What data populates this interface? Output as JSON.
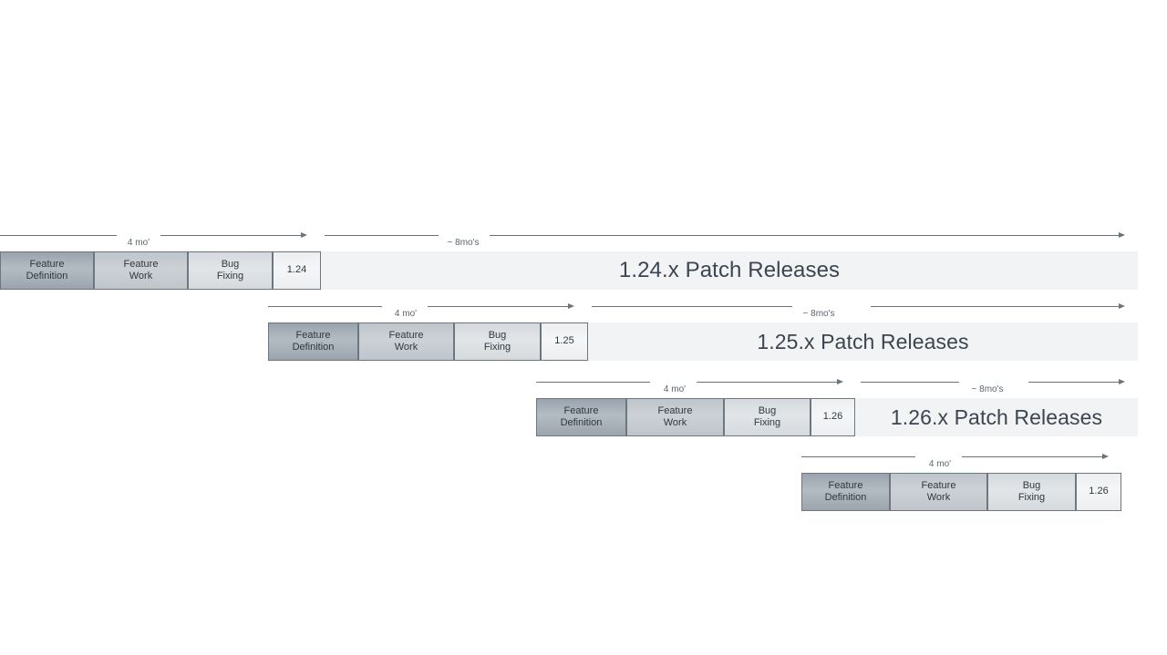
{
  "diagram": {
    "title": "Kubernetes style release train timeline",
    "colors": {
      "phase_dark": "#9aa3ac",
      "phase_mid": "#c6cdd2",
      "phase_light": "#dde1e4",
      "phase_version": "#f1f2f4",
      "band": "#f2f3f5",
      "line": "#6a727c",
      "text": "#3c4550"
    },
    "phase_labels": {
      "feature_definition": "Feature\nDefinition",
      "feature_work": "Feature\nWork",
      "bug_fixing": "Bug\nFixing"
    },
    "arrow_labels": {
      "dev": "4 mo'",
      "patch": "~ 8mo's"
    },
    "rows": [
      {
        "id": "release-1-24",
        "version": "1.24",
        "patch_label": "1.24.x Patch Releases",
        "phases": [
          {
            "name": "feature-definition",
            "label": "Feature\nDefinition"
          },
          {
            "name": "feature-work",
            "label": "Feature\nWork"
          },
          {
            "name": "bug-fixing",
            "label": "Bug\nFixing"
          }
        ],
        "dev_arrow_label": "4 mo'",
        "patch_arrow_label": "~ 8mo's"
      },
      {
        "id": "release-1-25",
        "version": "1.25",
        "patch_label": "1.25.x Patch Releases",
        "phases": [
          {
            "name": "feature-definition",
            "label": "Feature\nDefinition"
          },
          {
            "name": "feature-work",
            "label": "Feature\nWork"
          },
          {
            "name": "bug-fixing",
            "label": "Bug\nFixing"
          }
        ],
        "dev_arrow_label": "4 mo'",
        "patch_arrow_label": "~ 8mo's"
      },
      {
        "id": "release-1-26",
        "version": "1.26",
        "patch_label": "1.26.x Patch Releases",
        "phases": [
          {
            "name": "feature-definition",
            "label": "Feature\nDefinition"
          },
          {
            "name": "feature-work",
            "label": "Feature\nWork"
          },
          {
            "name": "bug-fixing",
            "label": "Bug\nFixing"
          }
        ],
        "dev_arrow_label": "4 mo'",
        "patch_arrow_label": "~ 8mo's"
      },
      {
        "id": "release-1-26-next",
        "version": "1.26",
        "patch_label": "",
        "phases": [
          {
            "name": "feature-definition",
            "label": "Feature\nDefinition"
          },
          {
            "name": "feature-work",
            "label": "Feature\nWork"
          },
          {
            "name": "bug-fixing",
            "label": "Bug\nFixing"
          }
        ],
        "dev_arrow_label": "4 mo'",
        "patch_arrow_label": ""
      }
    ]
  }
}
